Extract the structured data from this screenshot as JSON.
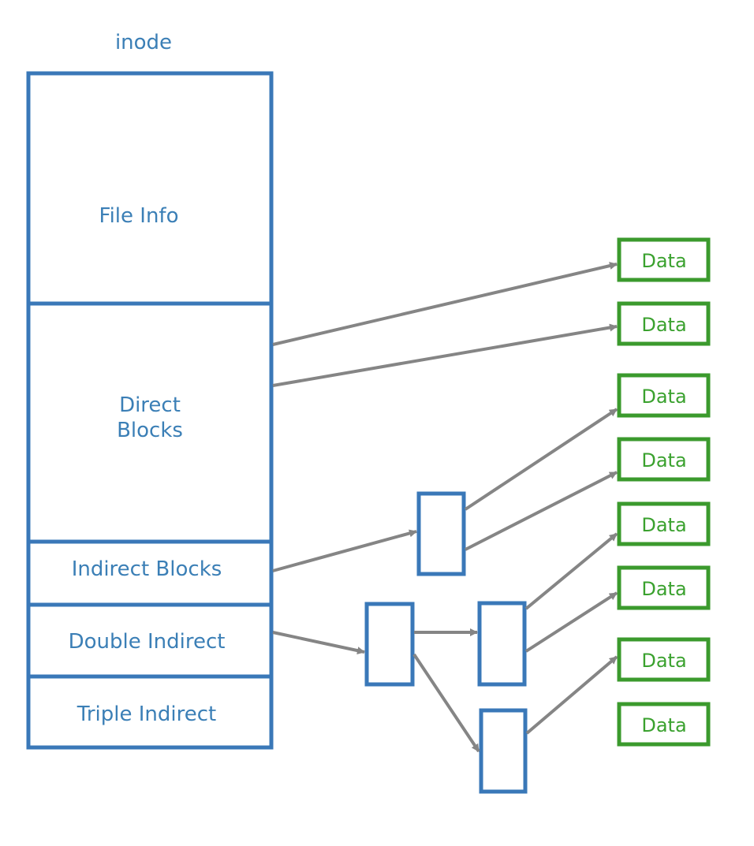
{
  "inode": {
    "title": "inode",
    "sections": {
      "file_info": "File Info",
      "direct_line1": "Direct",
      "direct_line2": "Blocks",
      "indirect": "Indirect Blocks",
      "double_indirect": "Double Indirect",
      "triple_indirect": "Triple Indirect"
    }
  },
  "data_blocks": [
    "Data",
    "Data",
    "Data",
    "Data",
    "Data",
    "Data",
    "Data",
    "Data"
  ],
  "colors": {
    "inode_blue": "#3a78b8",
    "text_blue": "#3b7fb6",
    "data_green": "#3b9a2d",
    "arrow_gray": "#858585"
  }
}
